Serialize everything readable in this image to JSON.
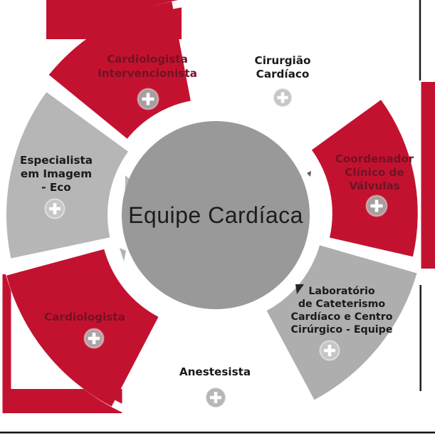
{
  "diagram": {
    "title": "Equipe Cardíaca",
    "center_label": "Equipe Cardíaca",
    "segments": [
      {
        "id": "cirurgiao-cardiaco",
        "lines": [
          "Cirurgião",
          "Cardíaco"
        ],
        "fill": "white",
        "text_color": "#1a1a1a"
      },
      {
        "id": "coordenador-valvulas",
        "lines": [
          "Coordenador",
          "Clínico de",
          "Válvulas"
        ],
        "fill": "red",
        "text_color": "#701325"
      },
      {
        "id": "laboratorio-cateterismo",
        "lines": [
          "Laboratório",
          "de Cateterismo",
          "Cardíaco e Centro",
          "Cirúrgico - Equipe"
        ],
        "fill": "gray",
        "text_color": "#1a1a1a"
      },
      {
        "id": "anestesista",
        "lines": [
          "Anestesista"
        ],
        "fill": "white",
        "text_color": "#1a1a1a"
      },
      {
        "id": "cardiologista",
        "lines": [
          "Cardiologista"
        ],
        "fill": "red",
        "text_color": "#701325"
      },
      {
        "id": "especialista-imagem-eco",
        "lines": [
          "Especialista",
          "em Imagem",
          "- Eco"
        ],
        "fill": "gray",
        "text_color": "#1a1a1a"
      },
      {
        "id": "cardiologista-intervencionista",
        "lines": [
          "Cardiologista",
          "Intervencionista"
        ],
        "fill": "red",
        "text_color": "#701325"
      }
    ],
    "icons": {
      "plus": "plus-icon"
    },
    "colors": {
      "red": "#c3122f",
      "dark_red_text": "#701325",
      "gray_segment_light": "#b6b6b6",
      "gray_segment_mid": "#aeaeae",
      "center_circle": "#999999",
      "text_black": "#1a1a1a",
      "plus_on_red": "#a89e9f",
      "plus_on_white": "#b7b7b7",
      "plus_on_gray": "#c6c6c6",
      "edge_line": "#151515"
    }
  }
}
